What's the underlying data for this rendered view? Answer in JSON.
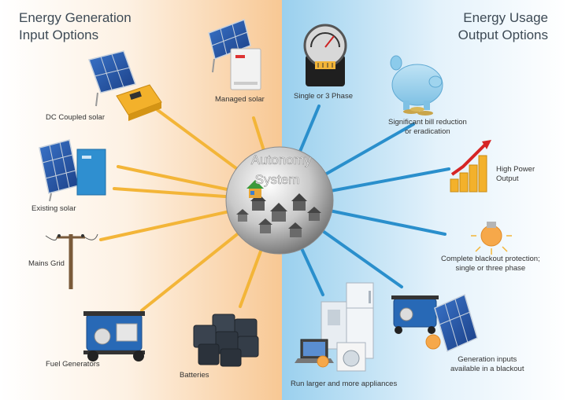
{
  "diagram": {
    "left_heading": [
      "Energy Generation",
      "Input Options"
    ],
    "right_heading": [
      "Energy Usage",
      "Output Options"
    ],
    "hub": {
      "lines": [
        "Autonomy",
        "System"
      ]
    },
    "inputs": {
      "managed_solar": "Managed solar",
      "dc_coupled_solar": "DC Coupled solar",
      "existing_solar": "Existing solar",
      "mains_grid": "Mains Grid",
      "fuel_generators": "Fuel Generators",
      "batteries": "Batteries"
    },
    "outputs": {
      "phase": "Single or 3 Phase",
      "bill": [
        "Significant bill reduction",
        "or eradication"
      ],
      "high_power": [
        "High Power",
        "Output"
      ],
      "blackout": [
        "Complete blackout protection;",
        "single or three phase"
      ],
      "gen_inputs": [
        "Generation inputs",
        "available in a blackout"
      ],
      "appliances": "Run larger and more appliances"
    },
    "colors": {
      "input_connector": "#f3b538",
      "output_connector": "#2a8fcc",
      "heading_text": "#3d4a55"
    }
  }
}
